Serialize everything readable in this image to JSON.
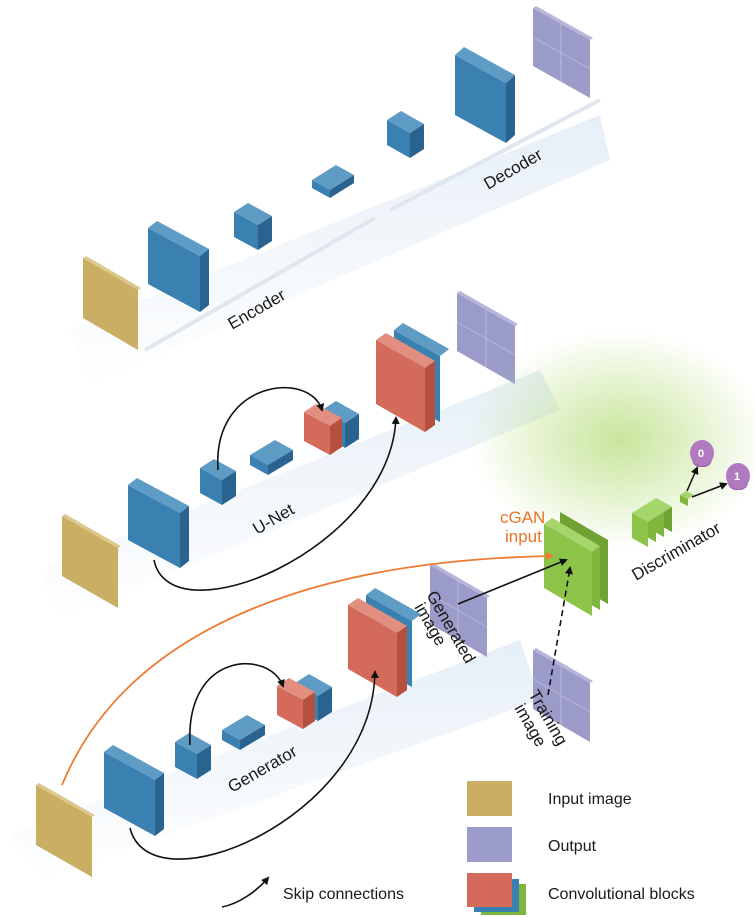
{
  "labels": {
    "encoder": "Encoder",
    "decoder": "Decoder",
    "unet": "U-Net",
    "generator": "Generator",
    "generated_image_line1": "Generated",
    "generated_image_line2": "image",
    "training_image_line1": "Training",
    "training_image_line2": "image",
    "cgan_input_line1": "cGAN",
    "cgan_input_line2": "input",
    "discriminator": "Discriminator",
    "output_zero": "0",
    "output_one": "1"
  },
  "legend": {
    "input_image": "Input image",
    "output": "Output",
    "convolutional_blocks": "Convolutional blocks",
    "skip_connections": "Skip connections"
  },
  "colors": {
    "input_image": "#c9ae64",
    "output": "#9b9bc9",
    "conv_blue": "#3a80b0",
    "conv_red": "#d46b5a",
    "discriminator_green": "#7fb63d",
    "cgan_arrow": "#ee7b32",
    "output_node": "#b07ac0"
  }
}
